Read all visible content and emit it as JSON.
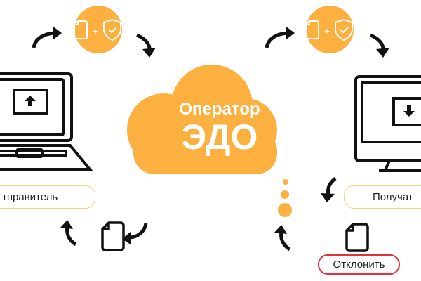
{
  "cloud": {
    "line1": "Оператор",
    "line2": "ЭДО",
    "color": "#FBB040"
  },
  "sender": {
    "label": "тправитель",
    "border": "#F6D27A"
  },
  "receiver": {
    "label": "Получат",
    "border": "#F6D27A"
  },
  "reject": {
    "label": "Отклонить",
    "border": "#E0303A"
  },
  "sign_badge": {
    "plus": "+",
    "icons": [
      "document-icon",
      "shield-check-icon"
    ]
  },
  "colors": {
    "accent": "#FBB040",
    "ink": "#111111"
  }
}
